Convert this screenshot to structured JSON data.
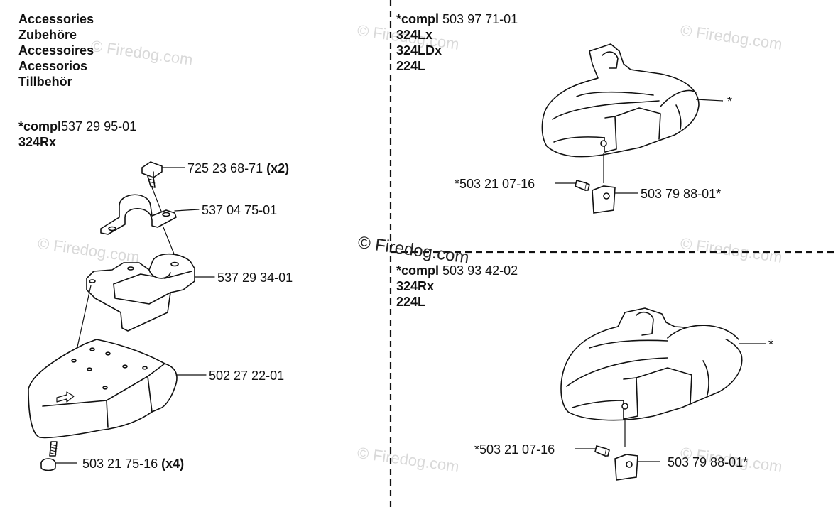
{
  "left": {
    "languages": [
      "Accessories",
      "Zubehöre",
      "Accessoires",
      "Acessorios",
      "Tillbehör"
    ],
    "compl_prefix": "*compl",
    "compl_number": "537 29 95-01",
    "model": "324Rx",
    "parts": [
      {
        "number": "725 23 68-71",
        "qty": "(x2)"
      },
      {
        "number": "537 04 75-01",
        "qty": ""
      },
      {
        "number": "537 29 34-01",
        "qty": ""
      },
      {
        "number": "502 27 22-01",
        "qty": ""
      },
      {
        "number": "503 21 75-16",
        "qty": "(x4)"
      }
    ]
  },
  "top_right": {
    "compl_prefix": "*compl",
    "compl_number": "503 97 71-01",
    "models": [
      "324Lx",
      "324LDx",
      "224L"
    ],
    "star": "*",
    "screw": "*503 21 07-16",
    "plate": "503 79 88-01*"
  },
  "bottom_right": {
    "compl_prefix": "*compl",
    "compl_number": "503 93 42-02",
    "models": [
      "324Rx",
      "224L"
    ],
    "star": "*",
    "screw": "*503 21 07-16",
    "plate": "503 79 88-01*"
  },
  "watermarks": {
    "small": "© Firedog.com",
    "large": "© Firedog.com"
  }
}
